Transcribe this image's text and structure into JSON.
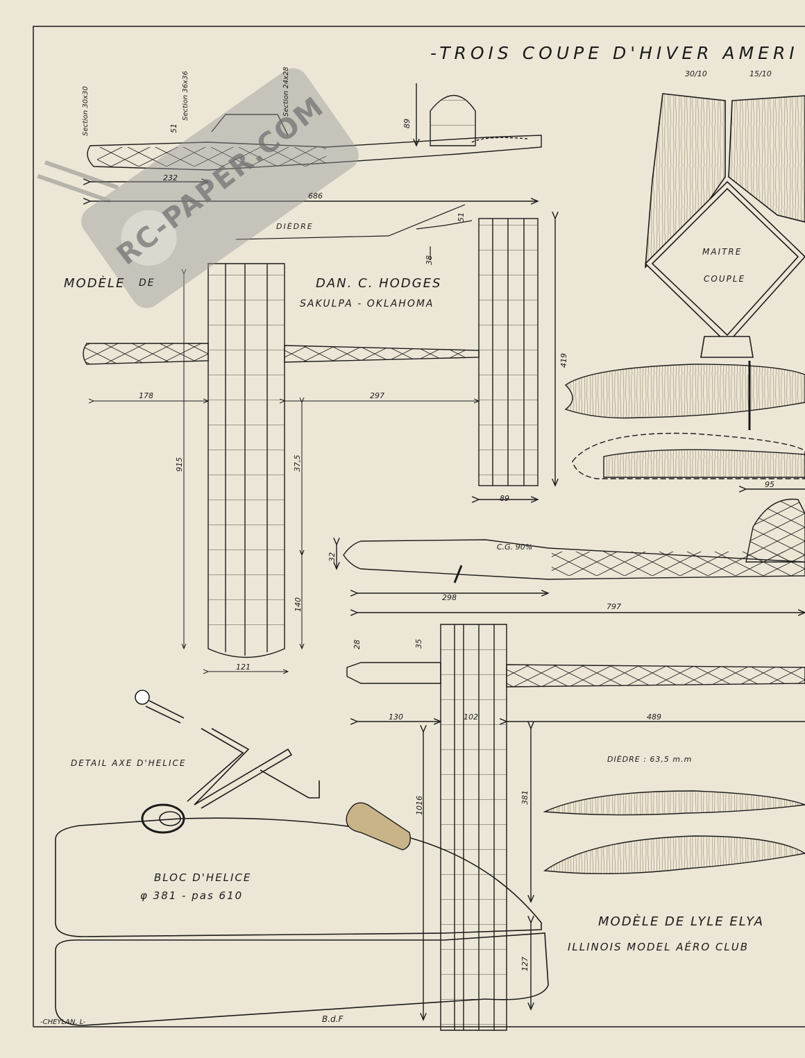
{
  "title": "-TROIS COUPE D'HIVER AMERI",
  "model1": {
    "label_prefix": "MODÈLE",
    "label_de": "DE",
    "designer": "DAN. C. HODGES",
    "location": "SAKULPA - OKLAHOMA"
  },
  "model2": {
    "designer_line": "MODÈLE DE LYLE ELYA",
    "club_line": "ILLINOIS MODEL AÉRO CLUB",
    "dihedral": "DIÈDRE : 63,5 m.m"
  },
  "labels": {
    "diedre": "DIÈDRE",
    "maitre": "MAITRE",
    "couple": "COUPLE",
    "detail_axe": "DETAIL AXE D'HELICE",
    "bloc_helice": "BLOC D'HELICE",
    "bloc_helice_dims": "φ 381 - pas 610",
    "cg": "C.G. 90%",
    "signature": "-CHEYLAN. L-",
    "bdf": "B.d.F"
  },
  "sections": {
    "s1": "Section 30x30",
    "s2": "Section 36x36",
    "s3": "Section 24x28"
  },
  "dimensions": {
    "d232": "232",
    "d686": "686",
    "d51a": "51",
    "d89a": "89",
    "d51b": "51",
    "d38": "38",
    "d30_10": "30/10",
    "d15_10": "15/10",
    "d178": "178",
    "d297": "297",
    "d419": "419",
    "d89b": "89",
    "d915": "915",
    "d375": "37,5",
    "d140": "140",
    "d121": "121",
    "d95": "95",
    "d32": "32",
    "d298": "298",
    "d797": "797",
    "d28": "28",
    "d35": "35",
    "d130": "130",
    "d102": "102",
    "d489": "489",
    "d1016": "1016",
    "d381": "381",
    "d127": "127"
  },
  "watermark": "RC-PAPER.COM",
  "colors": {
    "paper": "#ece6d6",
    "ink": "#1a1a1a",
    "wood": "#c9b48a",
    "watermark": "#8a8a8a"
  }
}
